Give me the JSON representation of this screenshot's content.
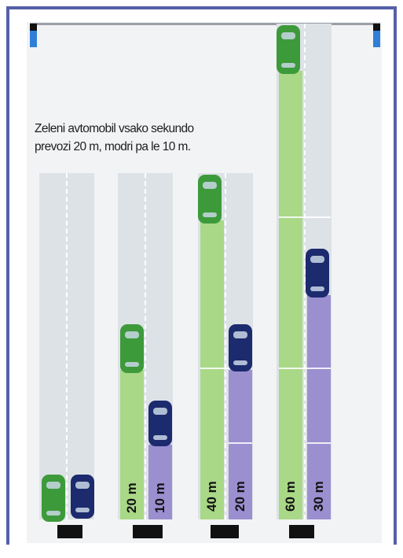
{
  "caption": {
    "line1": "Zeleni avtomobil vsako sekundo",
    "line2": "prevozi 20 m, modri pa le 10 m."
  },
  "colors": {
    "green_car": "#3d9a3a",
    "green_trail": "#a9d887",
    "blue_car": "#1c2a6e",
    "blue_trail": "#9b8fd0",
    "road": "#dde2e6",
    "frame": "#5560a8"
  },
  "stages": [
    {
      "green_label": "",
      "blue_label": ""
    },
    {
      "green_label": "20 m",
      "blue_label": "10 m"
    },
    {
      "green_label": "40 m",
      "blue_label": "20 m"
    },
    {
      "green_label": "60 m",
      "blue_label": "30 m"
    }
  ]
}
